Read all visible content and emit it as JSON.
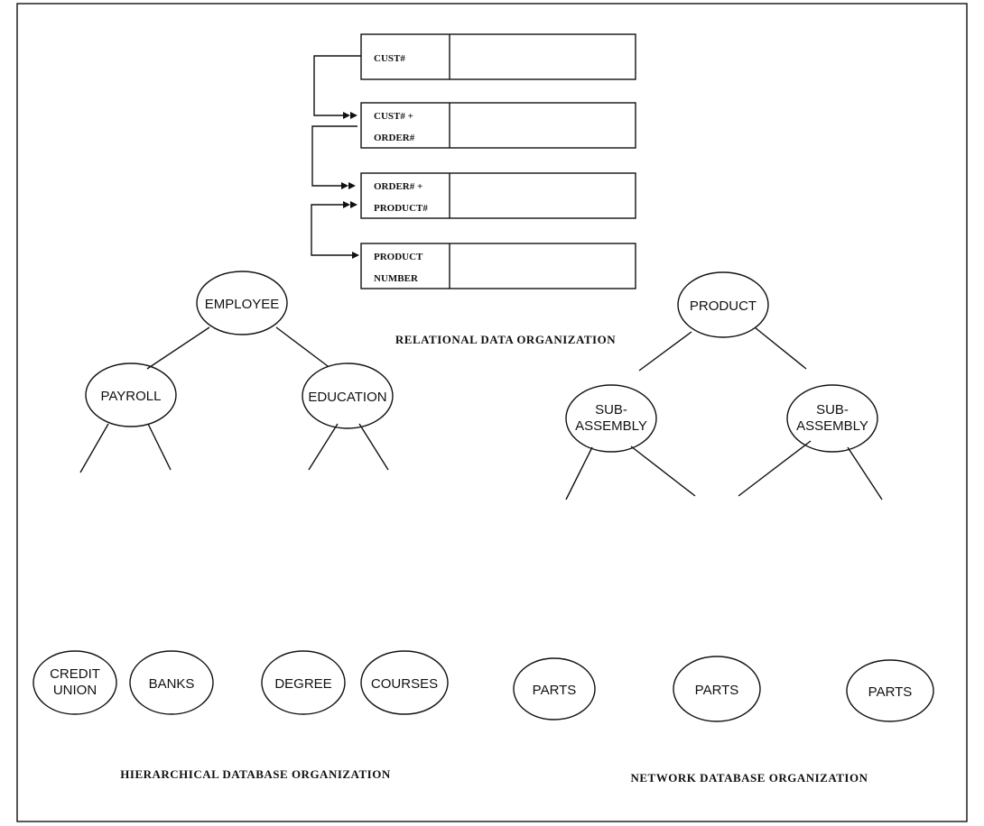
{
  "relational": {
    "records": [
      {
        "lines": [
          "CUST#"
        ]
      },
      {
        "lines": [
          "CUST# +",
          "ORDER#"
        ]
      },
      {
        "lines": [
          "ORDER# +",
          "PRODUCT#"
        ]
      },
      {
        "lines": [
          "PRODUCT",
          "NUMBER"
        ]
      }
    ],
    "caption": "RELATIONAL DATA ORGANIZATION"
  },
  "hierarchical": {
    "caption": "HIERARCHICAL   DATABASE  ORGANIZATION",
    "nodes": [
      {
        "id": "employee",
        "lines": [
          "EMPLOYEE"
        ]
      },
      {
        "id": "payroll",
        "lines": [
          "PAYROLL"
        ]
      },
      {
        "id": "education",
        "lines": [
          "EDUCATION"
        ]
      },
      {
        "id": "credit-union",
        "lines": [
          "CREDIT",
          "UNION"
        ]
      },
      {
        "id": "banks",
        "lines": [
          "BANKS"
        ]
      },
      {
        "id": "degree",
        "lines": [
          "DEGREE"
        ]
      },
      {
        "id": "courses",
        "lines": [
          "COURSES"
        ]
      }
    ]
  },
  "network": {
    "caption": "NETWORK  DATABASE  ORGANIZATION",
    "nodes": [
      {
        "id": "product",
        "lines": [
          "PRODUCT"
        ]
      },
      {
        "id": "sub-assembly-1",
        "lines": [
          "SUB-",
          "ASSEMBLY"
        ]
      },
      {
        "id": "sub-assembly-2",
        "lines": [
          "SUB-",
          "ASSEMBLY"
        ]
      },
      {
        "id": "parts-1",
        "lines": [
          "PARTS"
        ]
      },
      {
        "id": "parts-2",
        "lines": [
          "PARTS"
        ]
      },
      {
        "id": "parts-3",
        "lines": [
          "PARTS"
        ]
      }
    ]
  }
}
